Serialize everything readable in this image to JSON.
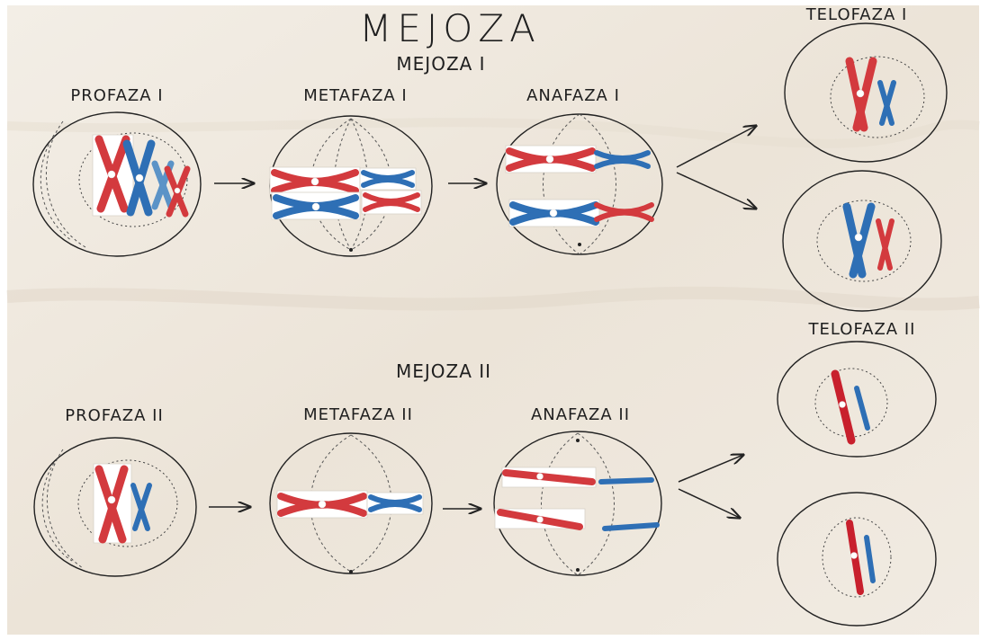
{
  "poster": {
    "title": "MEJOZA",
    "colors": {
      "paper": "#efe8de",
      "ink": "#1f1f1f",
      "chromosome_red": "#d33a3e",
      "chromosome_blue": "#2e6fb5"
    }
  },
  "section_1": {
    "heading": "MEJOZA I",
    "stages": [
      "PROFAZA I",
      "METAFAZA I",
      "ANAFAZA I"
    ],
    "result": "TELOFAZA I"
  },
  "section_2": {
    "heading": "MEJOZA II",
    "stages": [
      "PROFAZA II",
      "METAFAZA II",
      "ANAFAZA II"
    ],
    "result": "TELOFAZA II"
  },
  "icons": {
    "stage_arrow": "right-arrow-icon",
    "split_arrow": "branch-arrow-icon"
  }
}
